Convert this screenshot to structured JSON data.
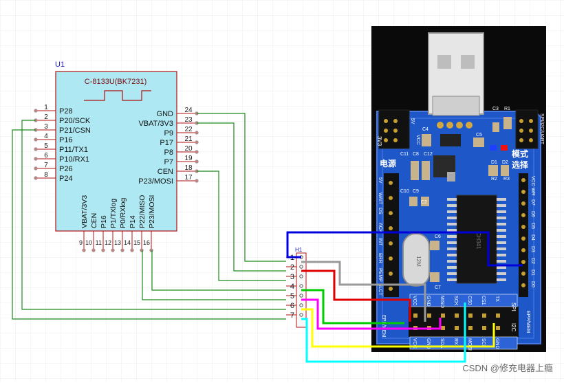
{
  "schematic": {
    "u1_ref": "U1",
    "u1_part": "C-8133U(BK7231)",
    "left_pins": [
      {
        "num": "1",
        "name": "P28"
      },
      {
        "num": "2",
        "name": "P20/SCK"
      },
      {
        "num": "3",
        "name": "P21/CSN"
      },
      {
        "num": "4",
        "name": "P16"
      },
      {
        "num": "5",
        "name": "P11/TX1"
      },
      {
        "num": "6",
        "name": "P10/RX1"
      },
      {
        "num": "7",
        "name": "P26"
      },
      {
        "num": "8",
        "name": "P24"
      }
    ],
    "right_pins": [
      {
        "num": "24",
        "name": "GND"
      },
      {
        "num": "23",
        "name": "VBAT/3V3"
      },
      {
        "num": "22",
        "name": "P9"
      },
      {
        "num": "21",
        "name": "P17"
      },
      {
        "num": "20",
        "name": "P8"
      },
      {
        "num": "19",
        "name": "P7"
      },
      {
        "num": "18",
        "name": "CEN"
      },
      {
        "num": "17",
        "name": "P23/MOSI"
      }
    ],
    "bottom_pins": [
      {
        "num": "9",
        "name": "VBAT/3V3"
      },
      {
        "num": "10",
        "name": "CEN"
      },
      {
        "num": "11",
        "name": "P16"
      },
      {
        "num": "12",
        "name": "P1/TXlog"
      },
      {
        "num": "13",
        "name": "P0/RXlog"
      },
      {
        "num": "14",
        "name": "P14"
      },
      {
        "num": "15",
        "name": "P22/MISO"
      },
      {
        "num": "16",
        "name": "P23/MOSI"
      }
    ],
    "h1_ref": "H1",
    "h1_pins": [
      "1",
      "2",
      "3",
      "4",
      "5",
      "6",
      "7"
    ]
  },
  "board": {
    "chip_text": "CH341",
    "crystal_text": "12M",
    "labels_top_left": [
      "3V3",
      "5V",
      "VCC"
    ],
    "label_power": "电源",
    "label_mode": "模式",
    "label_select": "选择",
    "label_spi_i2c_uart": "SPI/I2C/UART",
    "left_header": [
      "5V",
      "WAIT",
      "DS",
      "ACK",
      "INT",
      "ERR",
      "PEMP",
      "SLCT"
    ],
    "right_header": [
      "VCC",
      "WR",
      "D7",
      "D6",
      "D5",
      "D4",
      "D3",
      "D2",
      "D1",
      "D0"
    ],
    "bottom_top_row": [
      "VCC",
      "GND",
      "MISO",
      "SCK",
      "CS0",
      "CS1",
      "TX"
    ],
    "bottom_bottom_row": [
      "VCC",
      "GND",
      "SDA",
      "RX",
      "MOSI",
      "SCL",
      "GND"
    ],
    "label_epp_mem": "EPP/MEM",
    "label_spi": "SPI",
    "label_i2c": "I2C",
    "components": [
      "C3",
      "R1",
      "C4",
      "C5",
      "C11",
      "C8",
      "C12",
      "C9",
      "C10",
      "C2",
      "R2",
      "R3",
      "D1",
      "D2",
      "C6",
      "C7"
    ]
  },
  "wire_colors": {
    "schematic": "#1a8a1a",
    "blue": "#0000dd",
    "gray": "#9a9a9a",
    "red": "#e00000",
    "green": "#00cc00",
    "magenta": "#ff00ff",
    "yellow": "#ffff00",
    "cyan": "#00ffff"
  },
  "watermark": "CSDN @修充电器上瘾"
}
